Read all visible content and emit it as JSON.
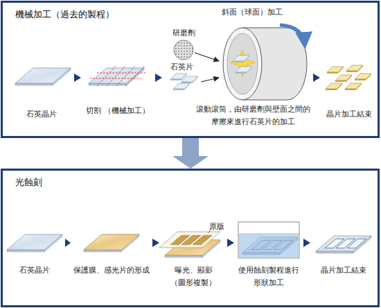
{
  "diagram": {
    "nodes": [
      {
        "text": [
          "機械加工（過去的製程）"
        ]
      },
      {
        "text": [
          "石英晶片"
        ],
        "in": 0
      },
      {
        "text": [
          "切割 （機械加工）"
        ],
        "in": 0
      },
      {
        "text": [
          "滾動滾筒，由研磨劑與壁面之間的 摩擦來進行石英片的加工"
        ],
        "in": 0
      },
      {
        "text": [
          "晶片加工結束"
        ],
        "in": 0
      },
      {
        "text": [
          "光蝕刻"
        ]
      },
      {
        "text": [
          "石英晶片"
        ],
        "in": 5
      },
      {
        "text": [
          "保護膜、感光片的形成"
        ],
        "in": 5
      },
      {
        "text": [
          "曝光、顯影 （圖形複製）"
        ],
        "in": 5
      },
      {
        "text": [
          "使用蝕刻製程進行 形狀加工"
        ],
        "in": 5
      },
      {
        "text": [
          "晶片加工結束"
        ],
        "in": 5
      }
    ],
    "edges": [
      {
        "from": 1,
        "to": 2,
        "arrow": "to"
      },
      {
        "from": 2,
        "to": 3,
        "arrow": "to"
      },
      {
        "from": 3,
        "to": 4,
        "arrow": "to"
      },
      {
        "from": 0,
        "to": 5,
        "arrow": "to"
      },
      {
        "from": 6,
        "to": 7,
        "arrow": "to"
      },
      {
        "from": 7,
        "to": 8,
        "arrow": "to"
      },
      {
        "from": 8,
        "to": 9,
        "arrow": "to"
      },
      {
        "from": 9,
        "to": 10,
        "arrow": "to"
      }
    ],
    "labels": [
      "研磨劑",
      "石英片",
      "斜面（球面）加工",
      "原版"
    ]
  }
}
